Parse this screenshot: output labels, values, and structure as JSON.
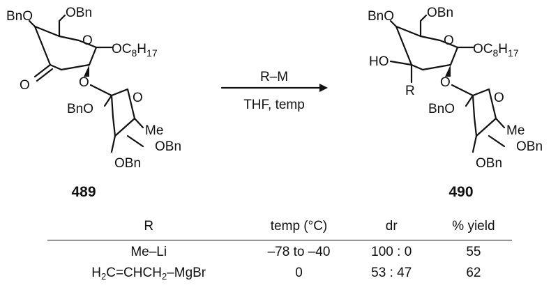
{
  "scheme": {
    "reactant": {
      "number": "489",
      "groups": {
        "obn_top": "OBn",
        "bno_left": "BnO",
        "oc8h17": "OC8H17",
        "ring_o": "O",
        "carbonyl_o": "O",
        "glyco_o": "O",
        "fuc_ring_o": "O",
        "fuc_bno": "BnO",
        "fuc_me": "Me",
        "fuc_obn_right": "OBn",
        "fuc_obn_bottom": "OBn"
      }
    },
    "product": {
      "number": "490",
      "groups": {
        "obn_top": "OBn",
        "bno_left": "BnO",
        "ho": "HO",
        "r": "R",
        "oc8h17": "OC8H17",
        "ring_o": "O",
        "glyco_o": "O",
        "fuc_ring_o": "O",
        "fuc_bno": "BnO",
        "fuc_me": "Me",
        "fuc_obn_right": "OBn",
        "fuc_obn_bottom": "OBn"
      }
    },
    "arrow": {
      "reagent": "R–M",
      "conditions": "THF, temp"
    }
  },
  "table": {
    "headers": [
      "R",
      "temp (°C)",
      "dr",
      "% yield"
    ],
    "rows": [
      {
        "r": "Me–Li",
        "r_parts": [
          "Me–Li"
        ],
        "temp": "–78 to –40",
        "dr": "100 : 0",
        "yield": "55"
      },
      {
        "r": "H2C=CHCH2–MgBr",
        "r_parts": [
          "H",
          "2",
          "C=CHCH",
          "2",
          "–MgBr"
        ],
        "temp": "0",
        "dr": "53 : 47",
        "yield": "62"
      }
    ]
  }
}
